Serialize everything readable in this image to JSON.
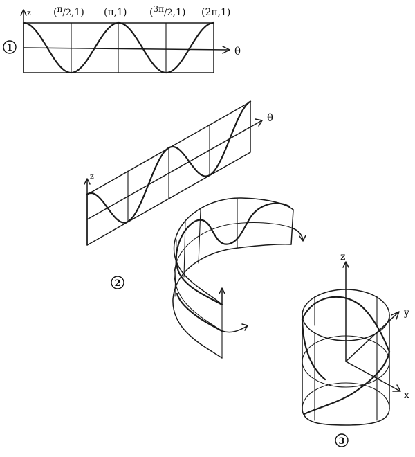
{
  "panel1": {
    "step_number": "1",
    "axis_z": "z",
    "axis_theta": "θ",
    "point_labels": {
      "half_pi": {
        "open": "(",
        "num": "π",
        "den": "/2",
        "rest": ",1)"
      },
      "pi": "(π,1)",
      "three_half_pi": {
        "open": "(",
        "num": "3π",
        "den": "/2",
        "rest": ",1)"
      },
      "two_pi": "(2π,1)"
    }
  },
  "panel2": {
    "step_number": "2",
    "axis_z": "z",
    "axis_theta": "θ"
  },
  "panel3": {
    "step_number": "3",
    "axis_z": "z",
    "axis_y": "y",
    "axis_x": "x"
  }
}
